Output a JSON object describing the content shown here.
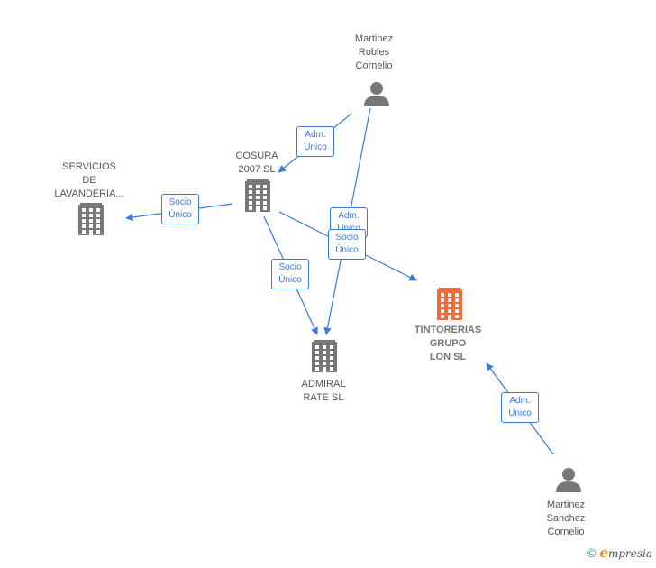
{
  "colors": {
    "edge": "#3a7bd5",
    "company": "#777777",
    "highlight": "#f26b3a",
    "person": "#777777"
  },
  "nodes": [
    {
      "id": "martinez-robles",
      "kind": "person",
      "label": "Martinez\nRobles\nCornelio"
    },
    {
      "id": "cosura",
      "kind": "company",
      "label": "COSURA\n2007 SL"
    },
    {
      "id": "servicios",
      "kind": "company",
      "label": "SERVICIOS\nDE\nLAVANDERIA..."
    },
    {
      "id": "admiral",
      "kind": "company",
      "label": "ADMIRAL\nRATE  SL"
    },
    {
      "id": "tintorerias",
      "kind": "company-highlight",
      "label": "TINTORERIAS\nGRUPO\nLON  SL"
    },
    {
      "id": "martinez-sanchez",
      "kind": "person",
      "label": "Martinez\nSanchez\nCornelio"
    }
  ],
  "edges": [
    {
      "from": "martinez-robles",
      "to": "cosura",
      "label": "Adm.\nUnico"
    },
    {
      "from": "cosura",
      "to": "servicios",
      "label": "Socio\nÚnico"
    },
    {
      "from": "cosura",
      "to": "admiral",
      "label": "Socio\nÚnico"
    },
    {
      "from": "martinez-robles",
      "to": "admiral",
      "label": "Adm.\nUnico"
    },
    {
      "from": "cosura",
      "to": "tintorerias",
      "label": "Socio\nÚnico"
    },
    {
      "from": "martinez-sanchez",
      "to": "tintorerias",
      "label": "Adm.\nUnico"
    }
  ],
  "footer": {
    "copyright": "©",
    "brand_initial": "e",
    "brand_rest": "mpresia",
    "icon": "copyright-icon"
  }
}
